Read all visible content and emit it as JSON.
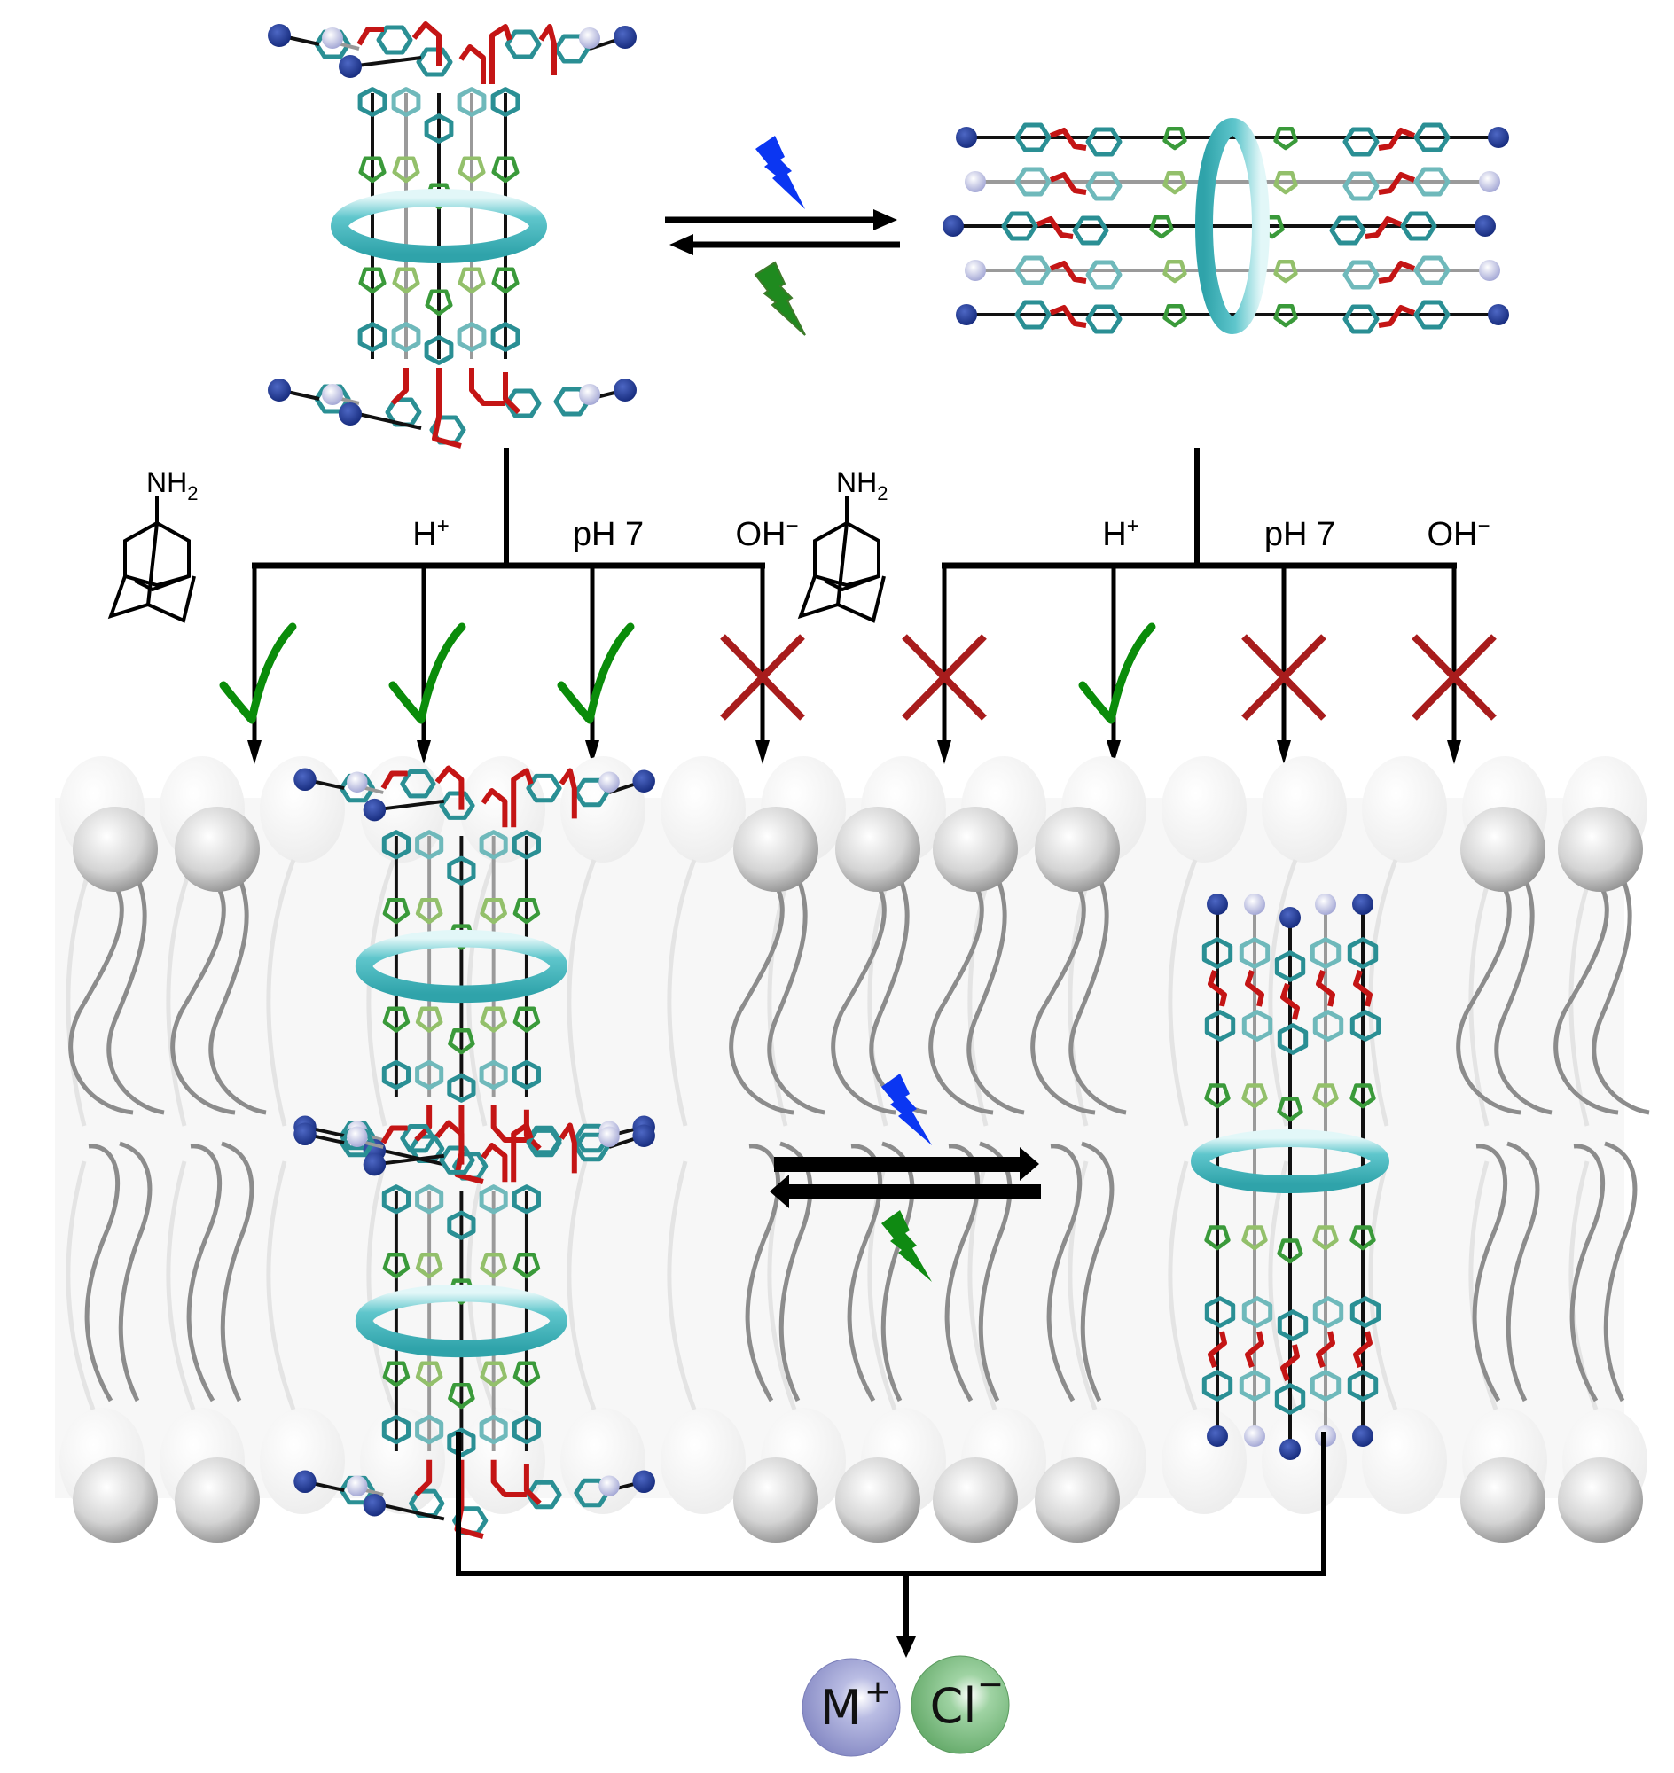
{
  "figure": {
    "description": "Photo-switchable rotaxane channel assembly in lipid bilayer",
    "colors": {
      "ring": "#3fb8bf",
      "ring_light": "#cdf0f2",
      "phenyl": "#2a8f94",
      "phenyl_light": "#6fb9bb",
      "azo_linker": "#c41515",
      "triazole": "#3a9a3a",
      "triazole_light": "#93c06b",
      "cap_dark": "#1b3a93",
      "cap_light": "#c9cbe8",
      "uv_bolt": "#0b36f2",
      "vis_bolt": "#0f8a12",
      "check": "#0a8c0a",
      "cross": "#a81c1c",
      "lipid_head": "#c8c8c8",
      "lipid_tail": "#8c8c8c",
      "membrane_bg": "#f7f7f7",
      "ion_m": "#a7aad8",
      "ion_cl": "#8fc993"
    }
  },
  "top": {
    "left_state": {
      "label": "vertical-assembly",
      "ring_orientation": "horizontal"
    },
    "right_state": {
      "label": "horizontal-assembly",
      "ring_orientation": "vertical"
    },
    "equilibrium": {
      "forward_stimulus": "uv-light",
      "reverse_stimulus": "visible-light"
    }
  },
  "conditions": {
    "left": {
      "adamantylamine": {
        "label_main": "NH",
        "label_sub": "2"
      },
      "items": [
        {
          "label": "",
          "result": "check"
        },
        {
          "label": "H",
          "sup": "+",
          "result": "check"
        },
        {
          "label": "pH 7",
          "sup": "",
          "result": "check"
        },
        {
          "label": "OH",
          "sup": "−",
          "result": "cross"
        }
      ]
    },
    "right": {
      "adamantylamine": {
        "label_main": "NH",
        "label_sub": "2"
      },
      "items": [
        {
          "label": "",
          "result": "cross"
        },
        {
          "label": "H",
          "sup": "+",
          "result": "check"
        },
        {
          "label": "pH 7",
          "sup": "",
          "result": "cross"
        },
        {
          "label": "OH",
          "sup": "−",
          "result": "cross"
        }
      ]
    }
  },
  "membrane": {
    "left_channel": "stacked-dimer",
    "right_channel": "single-spanning",
    "equilibrium": {
      "forward_stimulus": "uv-light",
      "reverse_stimulus": "visible-light"
    }
  },
  "ions": [
    {
      "symbol": "M",
      "charge": "+",
      "type": "cation"
    },
    {
      "symbol": "Cl",
      "charge": "−",
      "type": "anion"
    }
  ]
}
